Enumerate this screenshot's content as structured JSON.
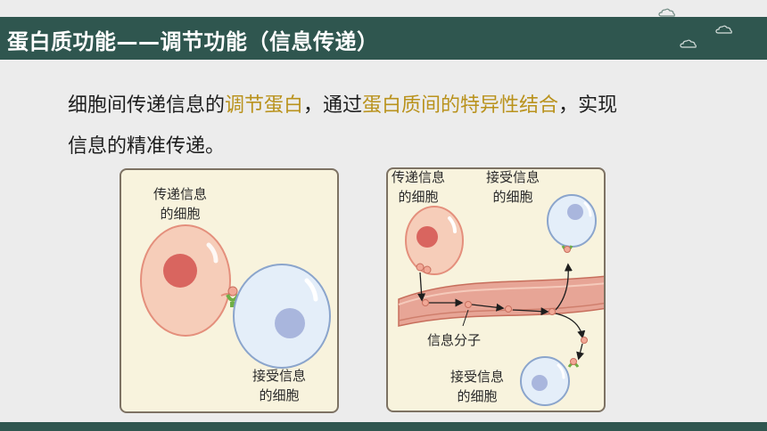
{
  "header": {
    "title": "蛋白质功能——调节功能（信息传递）"
  },
  "body_text": {
    "line1_part1": "细胞间传递信息的",
    "line1_highlight1": "调节蛋白",
    "line1_part2": "，通过",
    "line1_highlight2": "蛋白质间的特异性结合",
    "line1_part3": "，实现",
    "line2": "信息的精准传递。"
  },
  "figure_left": {
    "sender_label_line1": "传递信息",
    "sender_label_line2": "的细胞",
    "receiver_label_line1": "接受信息",
    "receiver_label_line2": "的细胞"
  },
  "figure_right": {
    "sender_label_line1": "传递信息",
    "sender_label_line2": "的细胞",
    "receiver_top_label_line1": "接受信息",
    "receiver_top_label_line2": "的细胞",
    "molecule_label": "信息分子",
    "receiver_bottom_label_line1": "接受信息",
    "receiver_bottom_label_line2": "的细胞"
  },
  "colors": {
    "header_bg": "#2f564f",
    "highlight": "#b9921c",
    "panel_bg": "#f8f3dd",
    "sender_cell": "#f6cdb9",
    "sender_nucleus": "#d9655f",
    "receiver_cell": "#e4eef9",
    "receiver_nucleus": "#a9b6dd",
    "vessel": "#e7a596"
  }
}
